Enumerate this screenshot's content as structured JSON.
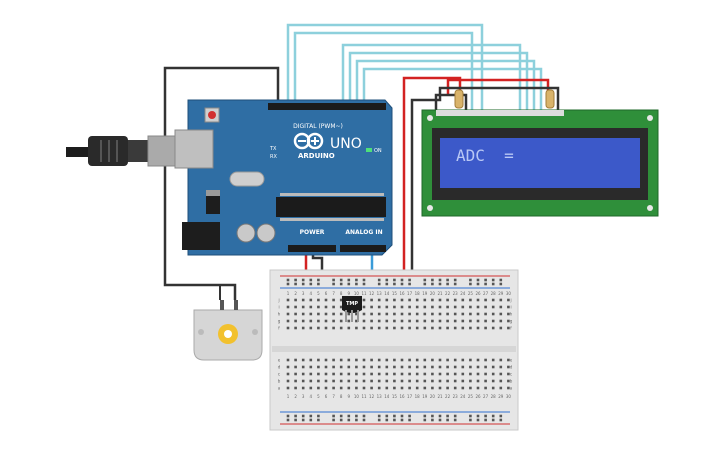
{
  "arduino": {
    "brand": "ARDUINO",
    "model": "UNO",
    "digital_label": "DIGITAL (PWM~)",
    "power_label": "POWER",
    "analog_label": "ANALOG IN",
    "on_label": "ON",
    "tx_label": "TX",
    "rx_label": "RX",
    "board_color": "#2f6ea4"
  },
  "lcd": {
    "text": "ADC  =",
    "screen_color": "#3c59c9",
    "pcb_color": "#2f8f3a"
  },
  "sensor": {
    "label": "TMP"
  },
  "breadboard": {
    "row_letters_top": [
      "a",
      "b",
      "c",
      "d",
      "e"
    ],
    "row_letters_bottom": [
      "f",
      "g",
      "h",
      "i",
      "j"
    ],
    "column_numbers": [
      "1",
      "2",
      "3",
      "4",
      "5",
      "6",
      "7",
      "8",
      "9",
      "10",
      "11",
      "12",
      "13",
      "14",
      "15",
      "16",
      "17",
      "18",
      "19",
      "20",
      "21",
      "22",
      "23",
      "24",
      "25",
      "26",
      "27",
      "28",
      "29",
      "30"
    ]
  },
  "wire_colors": {
    "signal": "#7ec8d8",
    "power": "#d32222",
    "ground": "#2a2a2a"
  }
}
